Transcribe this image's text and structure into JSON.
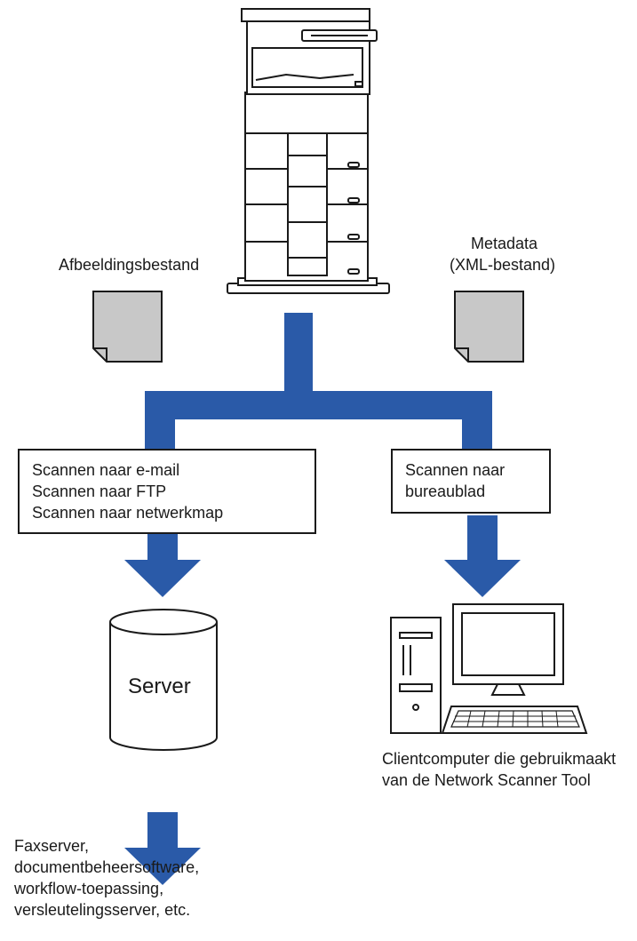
{
  "labels": {
    "image_file": "Afbeeldingsbestand",
    "metadata_line1": "Metadata",
    "metadata_line2": "(XML-bestand)"
  },
  "left_box": {
    "lines": [
      "Scannen naar e-mail",
      "Scannen naar FTP",
      "Scannen naar netwerkmap"
    ]
  },
  "right_box": {
    "lines": [
      "Scannen naar",
      "bureaublad"
    ]
  },
  "server_label": "Server",
  "client_label": {
    "line1": "Clientcomputer die gebruikmaakt",
    "line2": "van de Network Scanner Tool"
  },
  "destinations": {
    "lines": [
      "Faxserver,",
      "documentbeheersoftware,",
      "workflow-toepassing,",
      "versleutelingsserver, etc."
    ]
  },
  "colors": {
    "arrow": "#2a5aa8",
    "doc_fill": "#c8c8c8",
    "stroke": "#1a1a1a"
  },
  "icons": [
    "printer-icon",
    "document-icon",
    "server-icon",
    "computer-icon"
  ]
}
